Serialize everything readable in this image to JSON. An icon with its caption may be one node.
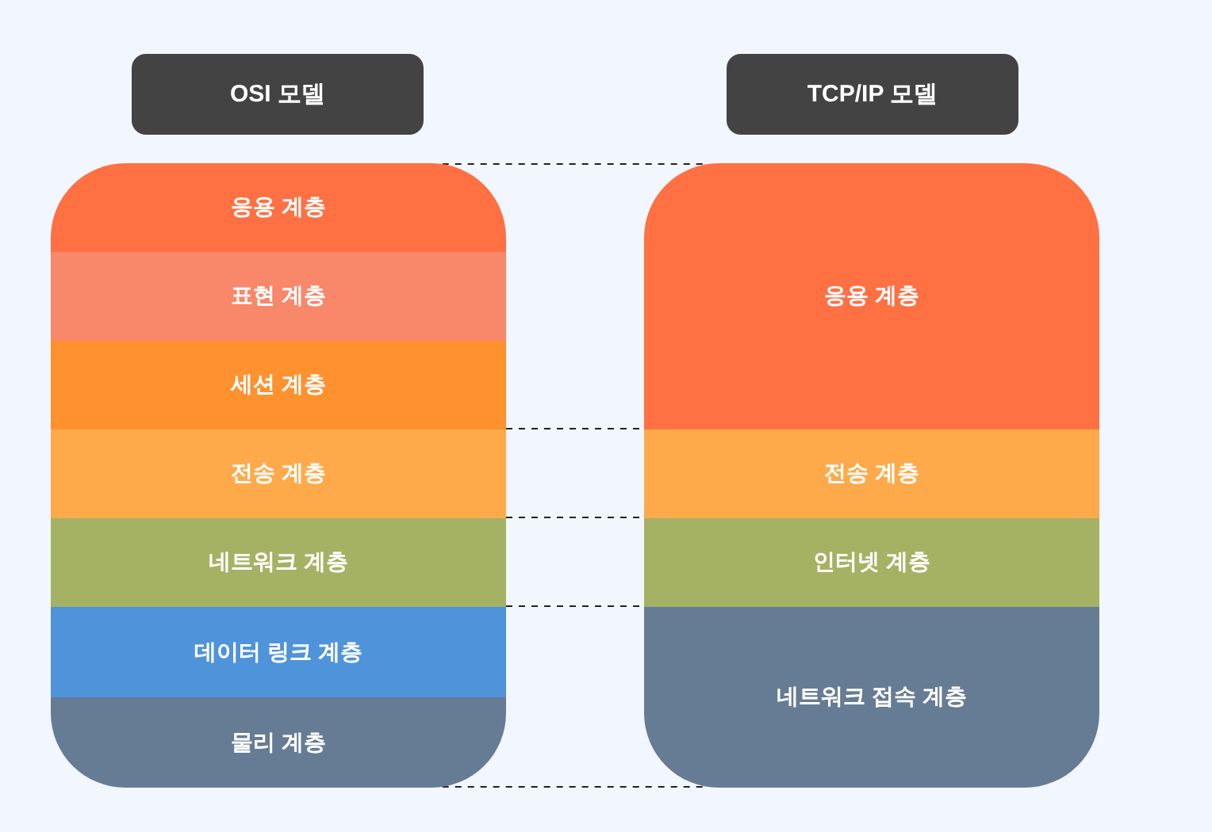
{
  "diagram": {
    "nodes": [
      {
        "text": [
          "OSI 모델"
        ]
      },
      {
        "text": [
          "TCP/IP 모델"
        ]
      },
      {
        "text": [
          "응용 계층"
        ]
      },
      {
        "text": [
          "표현 계층"
        ]
      },
      {
        "text": [
          "세션 계층"
        ]
      },
      {
        "text": [
          "전송 계층"
        ]
      },
      {
        "text": [
          "네트워크 계층"
        ]
      },
      {
        "text": [
          "데이터 링크 계층"
        ]
      },
      {
        "text": [
          "물리 계층"
        ]
      },
      {
        "text": [
          "응용 계층"
        ]
      },
      {
        "text": [
          "전송 계층"
        ]
      },
      {
        "text": [
          "인터넷 계층"
        ]
      },
      {
        "text": [
          "네트워크 접속 계층"
        ]
      }
    ],
    "edges": [
      {
        "from": 2,
        "to": 9,
        "arrow": "none",
        "style": "dashed"
      },
      {
        "from": 4,
        "to": 9,
        "arrow": "none",
        "style": "dashed"
      },
      {
        "from": 5,
        "to": 10,
        "arrow": "none",
        "style": "dashed"
      },
      {
        "from": 6,
        "to": 11,
        "arrow": "none",
        "style": "dashed"
      },
      {
        "from": 8,
        "to": 12,
        "arrow": "none",
        "style": "dashed"
      }
    ]
  }
}
